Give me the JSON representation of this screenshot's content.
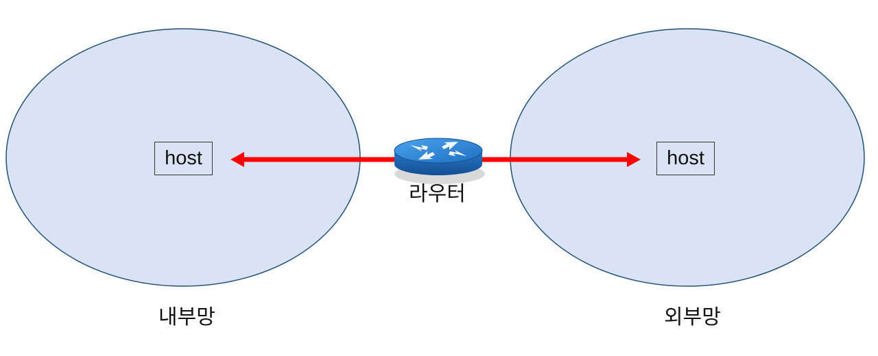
{
  "diagram": {
    "networks": [
      {
        "id": "internal",
        "label": "내부망",
        "host_label": "host"
      },
      {
        "id": "external",
        "label": "외부망",
        "host_label": "host"
      }
    ],
    "router": {
      "label": "라우터"
    },
    "colors": {
      "network_fill": "#dae3f3",
      "network_stroke": "#1f4e79",
      "link": "#ff0000",
      "router_top": "#2e86d6",
      "router_side": "#1a5fa8",
      "box_stroke": "#333333"
    }
  }
}
